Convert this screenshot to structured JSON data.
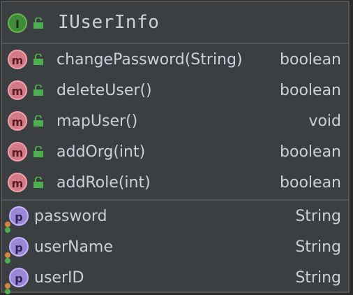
{
  "diagram": {
    "title": "IUserInfo",
    "badge_letters": {
      "interface": "I",
      "method": "m",
      "field": "p"
    },
    "colors": {
      "background": "#3c3f41",
      "border": "#555555",
      "text": "#c9d1d9",
      "interface_badge": "#3d8c3a",
      "method_badge": "#d27a85",
      "field_badge": "#9a88d6",
      "public_lock": "#4caf50"
    },
    "methods": [
      {
        "name": "changePassword(String)",
        "type": "boolean"
      },
      {
        "name": "deleteUser()",
        "type": "boolean"
      },
      {
        "name": "mapUser()",
        "type": "void"
      },
      {
        "name": "addOrg(int)",
        "type": "boolean"
      },
      {
        "name": "addRole(int)",
        "type": "boolean"
      }
    ],
    "fields": [
      {
        "name": "password",
        "type": "String"
      },
      {
        "name": "userName",
        "type": "String"
      },
      {
        "name": "userID",
        "type": "String"
      }
    ],
    "icons": {
      "interface": "interface-icon",
      "method": "method-icon",
      "field": "field-icon",
      "visibility": "public-lock-icon",
      "field_modifier": "field-modifier-icon"
    }
  }
}
